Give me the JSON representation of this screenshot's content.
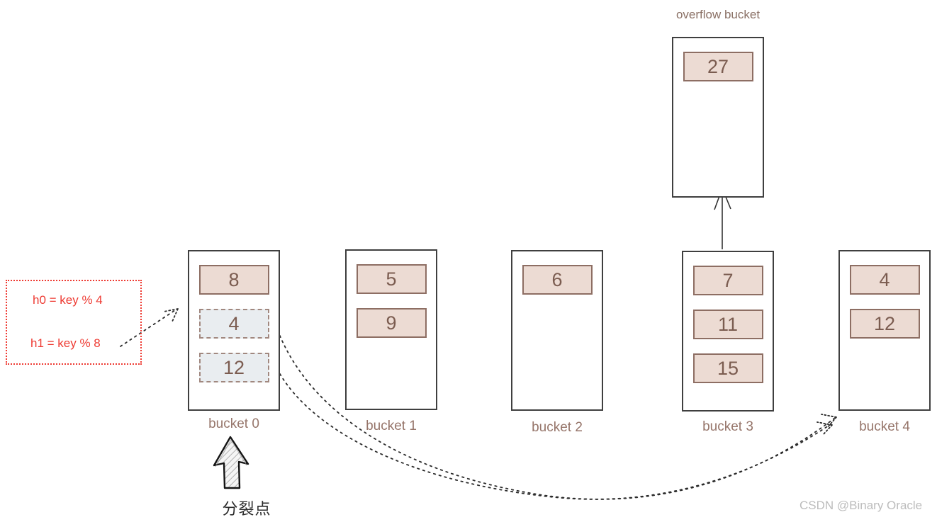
{
  "overflow_bucket": {
    "title": "overflow bucket",
    "cells": [
      {
        "value": "27",
        "style": "solid"
      }
    ]
  },
  "buckets": [
    {
      "label": "bucket 0",
      "cells": [
        {
          "value": "8",
          "style": "solid"
        },
        {
          "value": "4",
          "style": "dashed"
        },
        {
          "value": "12",
          "style": "dashed"
        }
      ]
    },
    {
      "label": "bucket 1",
      "cells": [
        {
          "value": "5",
          "style": "solid"
        },
        {
          "value": "9",
          "style": "solid"
        }
      ]
    },
    {
      "label": "bucket 2",
      "cells": [
        {
          "value": "6",
          "style": "solid"
        }
      ]
    },
    {
      "label": "bucket 3",
      "cells": [
        {
          "value": "7",
          "style": "solid"
        },
        {
          "value": "11",
          "style": "solid"
        },
        {
          "value": "15",
          "style": "solid"
        }
      ]
    },
    {
      "label": "bucket 4",
      "cells": [
        {
          "value": "4",
          "style": "solid"
        },
        {
          "value": "12",
          "style": "solid"
        }
      ]
    }
  ],
  "hash_functions": {
    "h0": "h0 = key % 4",
    "h1": "h1 = key % 8"
  },
  "split_pointer_label": "分裂点",
  "watermark": "CSDN @Binary Oracle",
  "colors": {
    "cell_fill": "#ecdbd3",
    "cell_border": "#8d6e63",
    "cell_text": "#7b5c50",
    "split_cell_fill": "#e9edf0",
    "bucket_border": "#3f3f3f",
    "bucket_label_text": "#96756a",
    "hash_box_red": "#ee3b33",
    "arrow_dark": "#2b2b2b",
    "watermark_text": "#bcbcbc"
  }
}
